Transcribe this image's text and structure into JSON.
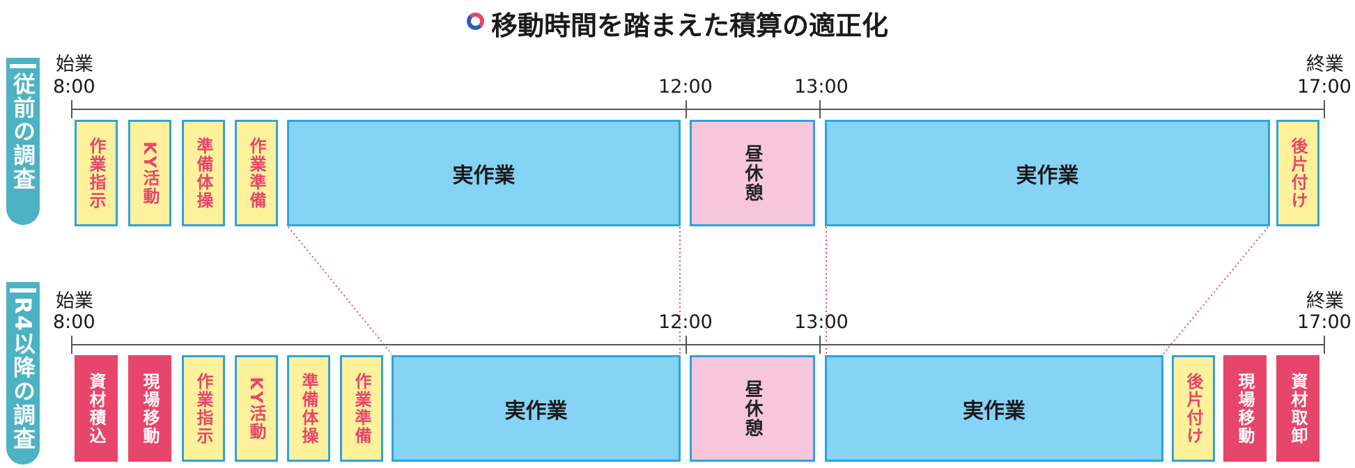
{
  "title": "移動時間を踏まえた積算の適正化",
  "colors": {
    "worker_task": "#fdf19c",
    "work": "#85d3f5",
    "break": "#f6c6dd",
    "added_task": "#e8456b",
    "border": "#2ba4dc",
    "label_bg": "#4cb2c4"
  },
  "before": {
    "label": "従前の調査",
    "start_caption": "始業",
    "start_time": "8:00",
    "end_caption": "終業",
    "end_time": "17:00",
    "noon_time": "12:00",
    "resume_time": "13:00",
    "blocks": [
      "作業指示",
      "KY活動",
      "準備体操",
      "作業準備",
      "実作業",
      "昼休憩",
      "実作業",
      "後片付け"
    ]
  },
  "after": {
    "label": "R4以降の調査",
    "start_caption": "始業",
    "start_time": "8:00",
    "end_caption": "終業",
    "end_time": "17:00",
    "noon_time": "12:00",
    "resume_time": "13:00",
    "blocks": [
      "資材積込",
      "現場移動",
      "作業指示",
      "KY活動",
      "準備体操",
      "作業準備",
      "実作業",
      "昼休憩",
      "実作業",
      "後片付け",
      "現場移動",
      "資材取卸"
    ]
  }
}
